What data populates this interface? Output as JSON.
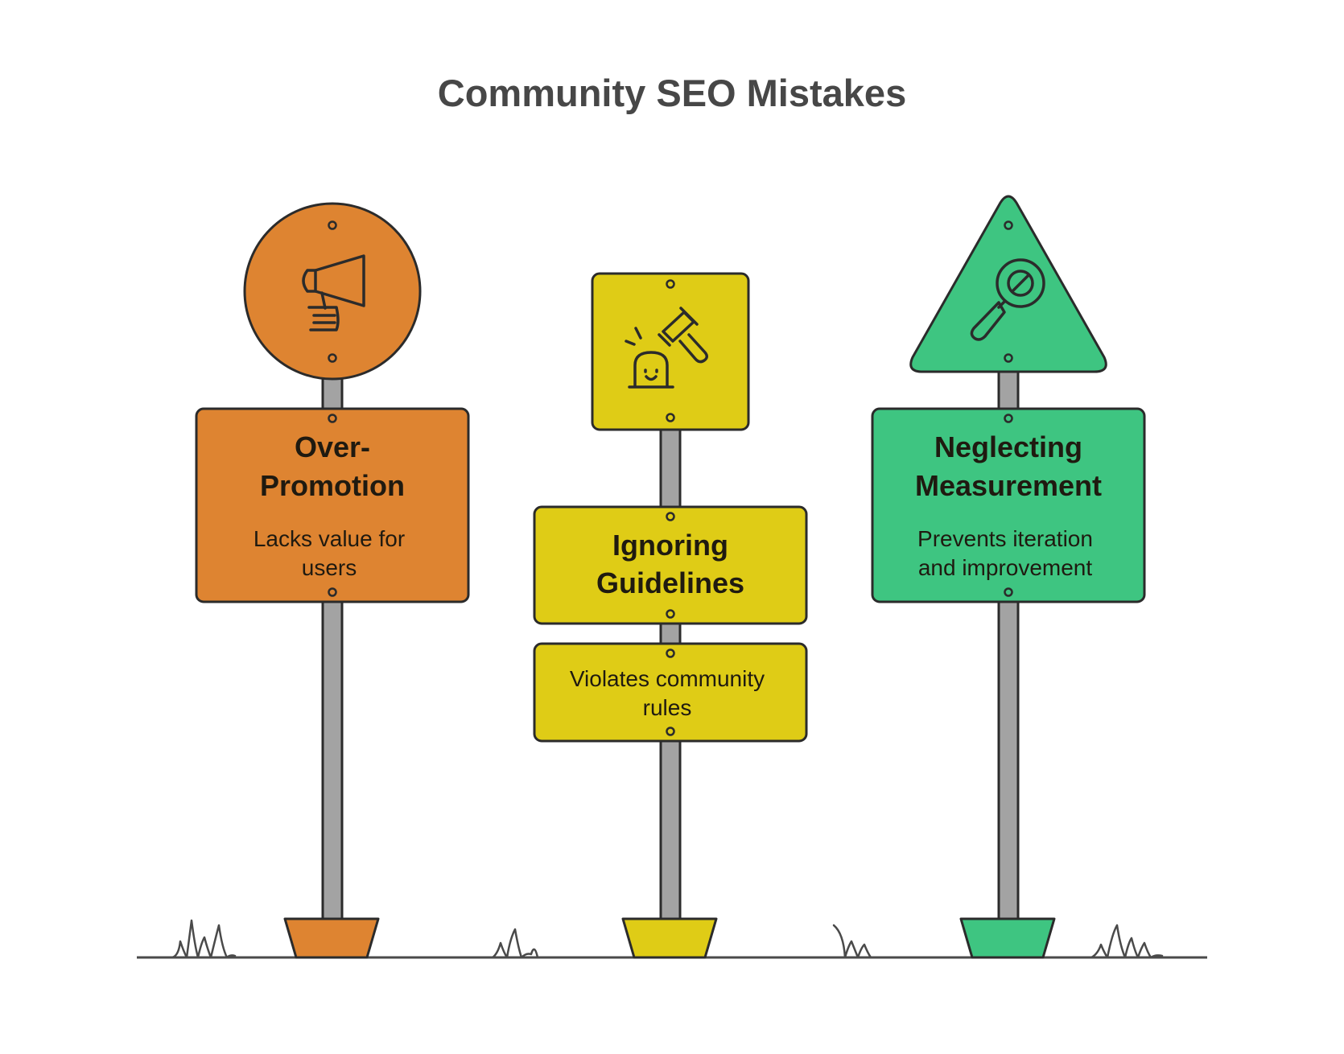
{
  "title": "Community SEO Mistakes",
  "colors": {
    "outline": "#2b2b2b",
    "pole": "#a3a3a3",
    "title": "#474747",
    "text": "#1f1a10",
    "ground": "#4a4a4a"
  },
  "signs": [
    {
      "id": "over-promotion",
      "heading_line1": "Over-",
      "heading_line2": "Promotion",
      "desc_line1": "Lacks value for",
      "desc_line2": "users",
      "icon": "megaphone-icon",
      "top_shape": "circle",
      "color": "#de8431"
    },
    {
      "id": "ignoring-guidelines",
      "heading_line1": "Ignoring",
      "heading_line2": "Guidelines",
      "desc_line1": "Violates community",
      "desc_line2": "rules",
      "icon": "gavel-icon",
      "top_shape": "square",
      "color": "#dfcc16"
    },
    {
      "id": "neglecting-measurement",
      "heading_line1": "Neglecting",
      "heading_line2": "Measurement",
      "desc_line1": "Prevents iteration",
      "desc_line2": "and improvement",
      "icon": "magnifier-blocked-icon",
      "top_shape": "triangle",
      "color": "#3ec581"
    }
  ]
}
